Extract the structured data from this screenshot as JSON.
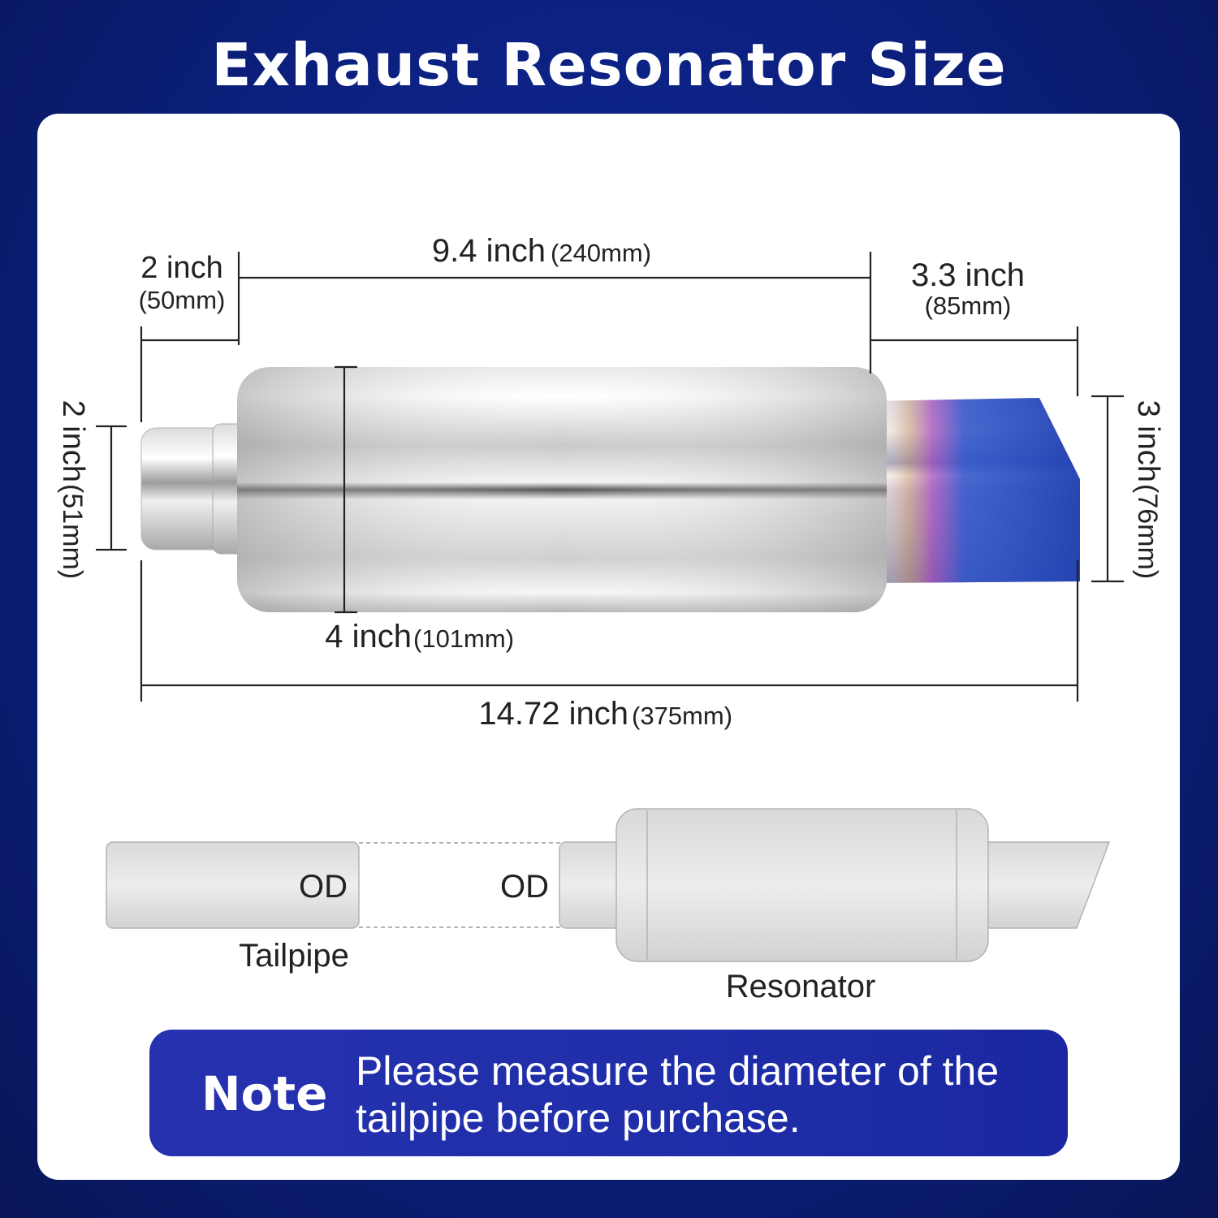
{
  "title": "Exhaust Resonator Size",
  "dimensions": {
    "inlet_length": {
      "value": "2 inch",
      "metric": "(50mm)"
    },
    "body_length": {
      "value": "9.4 inch",
      "metric": "(240mm)"
    },
    "tip_length": {
      "value": "3.3 inch",
      "metric": "(85mm)"
    },
    "inlet_diameter": {
      "value": "2 inch",
      "metric": "(51mm)"
    },
    "tip_diameter": {
      "value": "3 inch",
      "metric": "(76mm)"
    },
    "body_diameter": {
      "value": "4 inch",
      "metric": "(101mm)"
    },
    "overall_length": {
      "value": "14.72 inch",
      "metric": "(375mm)"
    }
  },
  "fitment": {
    "tailpipe_od": "OD",
    "resonator_od": "OD",
    "tailpipe_label": "Tailpipe",
    "resonator_label": "Resonator"
  },
  "note": {
    "label": "Note",
    "text": "Please measure the diameter of the tailpipe before purchase."
  },
  "colors": {
    "background": "#0b1f7c",
    "note_background": "#2130aa",
    "tip_blue": "#2a4fc8"
  }
}
